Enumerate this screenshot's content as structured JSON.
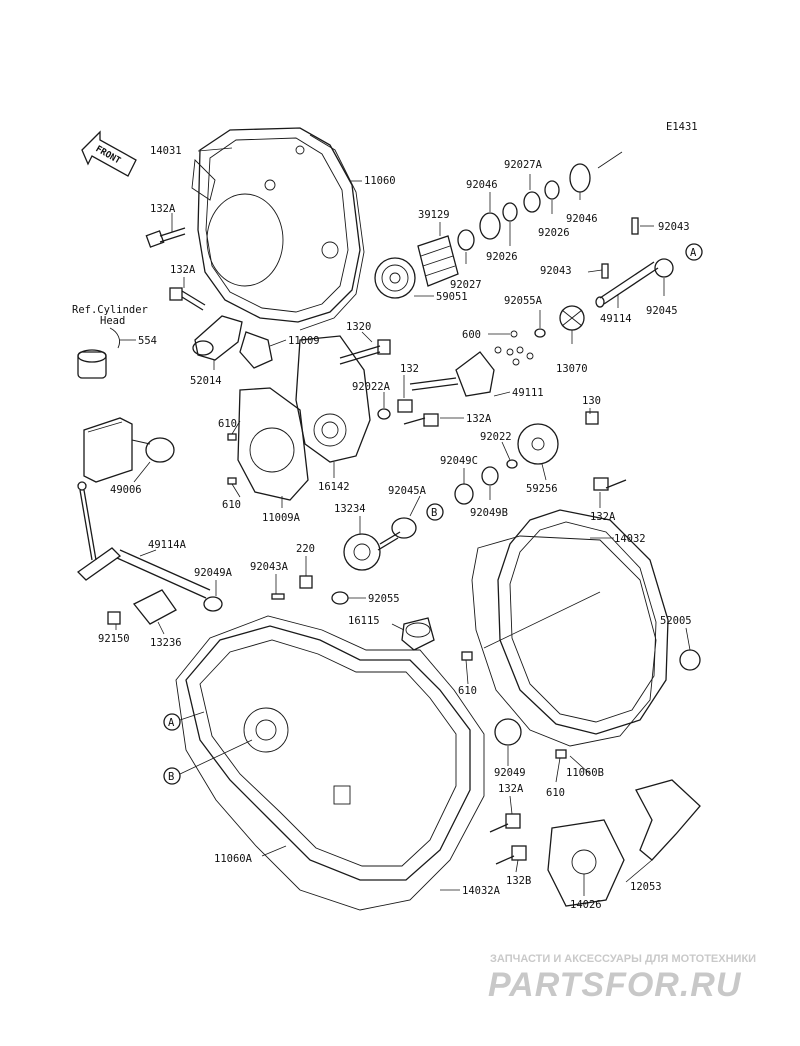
{
  "diagram_code": "E1431",
  "direction_label": "FRONT",
  "ref_note": {
    "line1": "Ref.Cylinder",
    "line2": "Head"
  },
  "callouts": {
    "A": "A",
    "B": "B"
  },
  "labels": [
    {
      "id": "p14031",
      "text": "14031"
    },
    {
      "id": "p11060",
      "text": "11060"
    },
    {
      "id": "p132A_1",
      "text": "132A"
    },
    {
      "id": "p132A_2",
      "text": "132A"
    },
    {
      "id": "p554",
      "text": "554"
    },
    {
      "id": "p11009",
      "text": "11009"
    },
    {
      "id": "p52014",
      "text": "52014"
    },
    {
      "id": "p1320",
      "text": "1320"
    },
    {
      "id": "p132",
      "text": "132"
    },
    {
      "id": "p92022A",
      "text": "92022A"
    },
    {
      "id": "p132A_3",
      "text": "132A"
    },
    {
      "id": "p610_1",
      "text": "610"
    },
    {
      "id": "p610_2",
      "text": "610"
    },
    {
      "id": "p11009A",
      "text": "11009A"
    },
    {
      "id": "p16142",
      "text": "16142"
    },
    {
      "id": "p49006",
      "text": "49006"
    },
    {
      "id": "p39129",
      "text": "39129"
    },
    {
      "id": "p92046_1",
      "text": "92046"
    },
    {
      "id": "p92027A",
      "text": "92027A"
    },
    {
      "id": "p92046_2",
      "text": "92046"
    },
    {
      "id": "p92026_1",
      "text": "92026"
    },
    {
      "id": "p92026_2",
      "text": "92026"
    },
    {
      "id": "p92027",
      "text": "92027"
    },
    {
      "id": "p59051",
      "text": "59051"
    },
    {
      "id": "p92043_1",
      "text": "92043"
    },
    {
      "id": "p92043_2",
      "text": "92043"
    },
    {
      "id": "p92045",
      "text": "92045"
    },
    {
      "id": "p49114",
      "text": "49114"
    },
    {
      "id": "p92055A",
      "text": "92055A"
    },
    {
      "id": "p600",
      "text": "600"
    },
    {
      "id": "p13070",
      "text": "13070"
    },
    {
      "id": "p49111",
      "text": "49111"
    },
    {
      "id": "p130",
      "text": "130"
    },
    {
      "id": "p92022",
      "text": "92022"
    },
    {
      "id": "p59256",
      "text": "59256"
    },
    {
      "id": "p92049C",
      "text": "92049C"
    },
    {
      "id": "p92049B",
      "text": "92049B"
    },
    {
      "id": "p92045A",
      "text": "92045A"
    },
    {
      "id": "p132A_4",
      "text": "132A"
    },
    {
      "id": "p13234",
      "text": "13234"
    },
    {
      "id": "p14032",
      "text": "14032"
    },
    {
      "id": "p49114A",
      "text": "49114A"
    },
    {
      "id": "p220",
      "text": "220"
    },
    {
      "id": "p92043A",
      "text": "92043A"
    },
    {
      "id": "p92049A",
      "text": "92049A"
    },
    {
      "id": "p92055",
      "text": "92055"
    },
    {
      "id": "p16115",
      "text": "16115"
    },
    {
      "id": "p52005",
      "text": "52005"
    },
    {
      "id": "p92150",
      "text": "92150"
    },
    {
      "id": "p13236",
      "text": "13236"
    },
    {
      "id": "p610_3",
      "text": "610"
    },
    {
      "id": "p92049",
      "text": "92049"
    },
    {
      "id": "p11060B",
      "text": "11060B"
    },
    {
      "id": "p610_4",
      "text": "610"
    },
    {
      "id": "p132A_5",
      "text": "132A"
    },
    {
      "id": "p11060A",
      "text": "11060A"
    },
    {
      "id": "p132B",
      "text": "132B"
    },
    {
      "id": "p14032A",
      "text": "14032A"
    },
    {
      "id": "p12053",
      "text": "12053"
    },
    {
      "id": "p14026",
      "text": "14026"
    }
  ],
  "watermark": {
    "tagline": "ЗАПЧАСТИ И АКСЕССУАРЫ ДЛЯ МОТОТЕХНИКИ",
    "logo": "PARTSFOR.RU"
  }
}
